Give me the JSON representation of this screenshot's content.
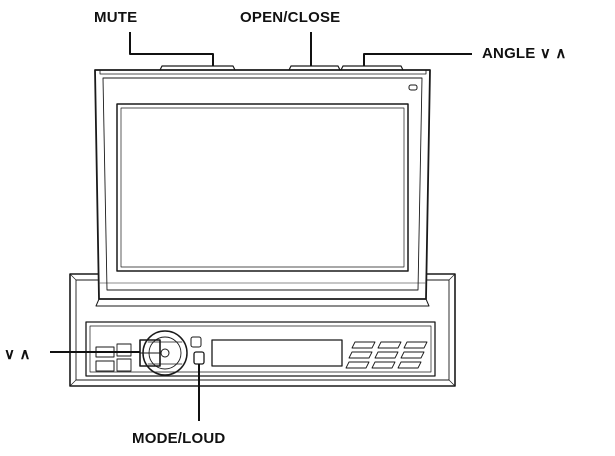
{
  "labels": {
    "mute": "MUTE",
    "open_close": "OPEN/CLOSE",
    "angle": "ANGLE ∨ ∧",
    "up_down": "∨ ∧",
    "mode_loud": "MODE/LOUD"
  },
  "colors": {
    "line": "#1a1a1a",
    "body_fill": "#ffffff",
    "screen_fill": "#ffffff"
  }
}
